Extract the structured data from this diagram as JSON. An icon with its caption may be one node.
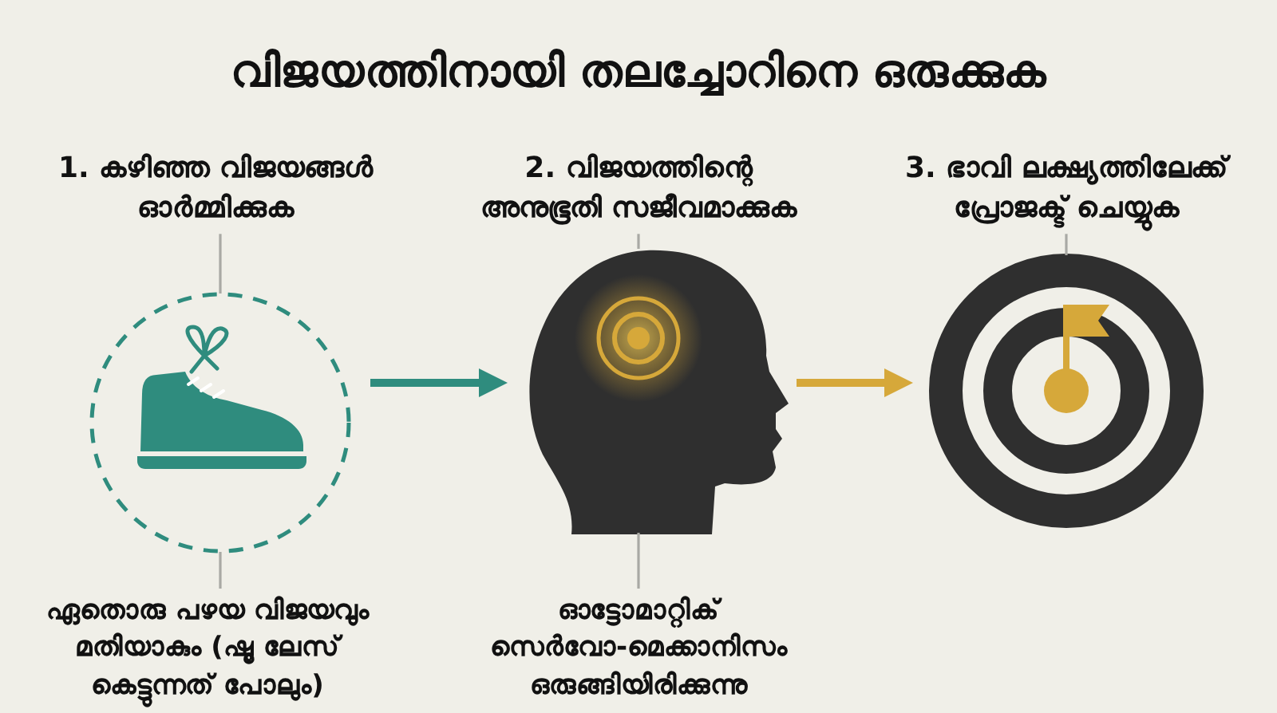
{
  "diagram": {
    "title": "വിജയത്തിനായി തലച്ചോറിനെ ഒരുക്കുക",
    "nodes": [
      {
        "text": [
          "1. കഴിഞ്ഞ വിജയങ്ങൾ ഓർമ്മിക്കുക"
        ]
      },
      {
        "text": [
          "2. വിജയത്തിന്റെ അനുഭൂതി സജീവമാക്കുക"
        ]
      },
      {
        "text": [
          "3. ഭാവി ലക്ഷ്യത്തിലേക്ക് പ്രോജക്ട് ചെയ്യുക"
        ]
      },
      {
        "text": [],
        "shape": "circle"
      },
      {
        "text": [],
        "shape": "picture"
      },
      {
        "text": [],
        "shape": "picture"
      },
      {
        "text": [
          "ഏതൊരു പഴയ വിജയവും മതിയാകും (ഷൂ ലേസ് കെട്ടുന്നത് പോലും)"
        ]
      },
      {
        "text": [
          "ഓട്ടോമാറ്റിക് സെർവോ-മെക്കാനിസം ഒരുങ്ങിയിരിക്കുന്നു"
        ]
      }
    ],
    "edges": [
      {
        "from": 0,
        "to": 3,
        "arrow": "none"
      },
      {
        "from": 1,
        "to": 4,
        "arrow": "none"
      },
      {
        "from": 2,
        "to": 5,
        "arrow": "none"
      },
      {
        "from": 3,
        "to": 4,
        "arrow": "to",
        "style": "thick",
        "color": "#2f8c7e"
      },
      {
        "from": 4,
        "to": 5,
        "arrow": "to",
        "style": "thick",
        "color": "#d6a83a"
      },
      {
        "from": 6,
        "to": 3,
        "arrow": "none"
      },
      {
        "from": 7,
        "to": 4,
        "arrow": "none"
      }
    ]
  }
}
